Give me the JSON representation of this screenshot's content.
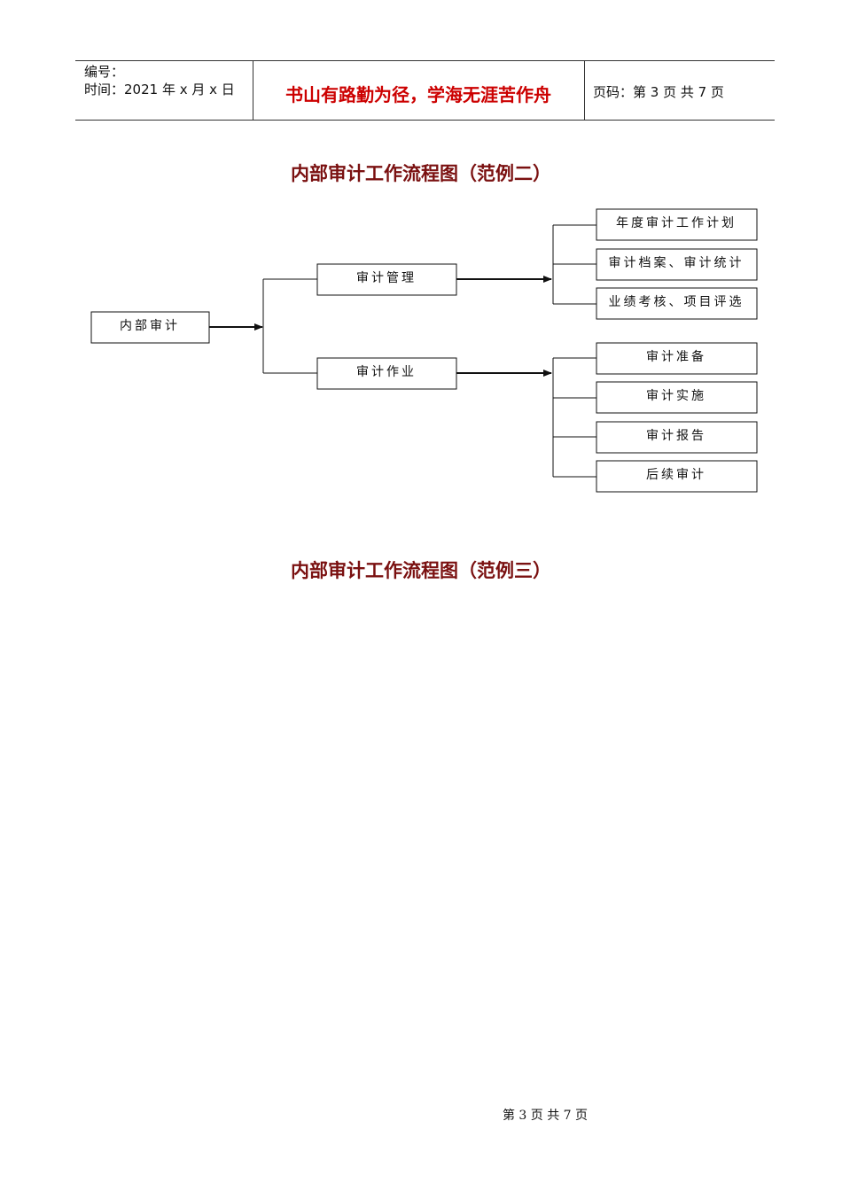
{
  "header": {
    "serial_label": "编号：",
    "time_label": "时间：2021 年 x 月 x 日",
    "motto": "书山有路勤为径，学海无涯苦作舟",
    "page_label": "页码：第 3 页  共 7 页"
  },
  "sections": [
    {
      "title": "内部审计工作流程图（范例二）",
      "root": "内部审计",
      "branches": [
        {
          "label": "审计管理",
          "items": [
            "年度审计工作计划",
            "审计档案、审计统计",
            "业绩考核、项目评选"
          ]
        },
        {
          "label": "审计作业",
          "items": [
            "审计准备",
            "审计实施",
            "审计报告",
            "后续审计"
          ]
        }
      ]
    },
    {
      "title": "内部审计工作流程图（范例三）"
    }
  ],
  "footer": {
    "page_text": "第 3 页 共 7 页"
  }
}
